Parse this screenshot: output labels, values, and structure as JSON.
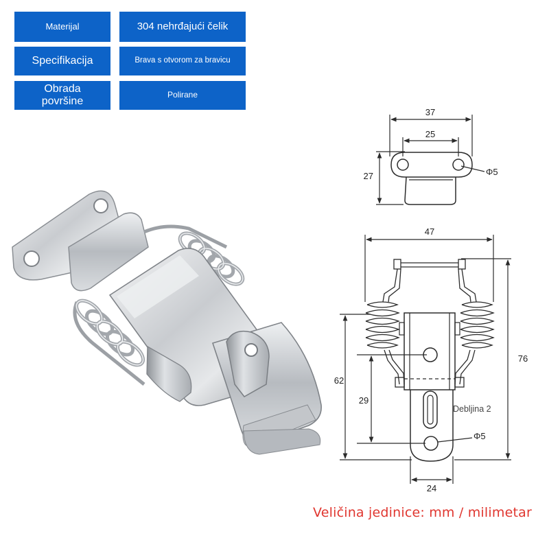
{
  "spec_table": {
    "rows": [
      {
        "label": "Materijal",
        "value": "304 nehrđajući čelik"
      },
      {
        "label": "Specifikacija",
        "value": "Brava s otvorom za bravicu"
      },
      {
        "label": "Obrada površine",
        "value": "Polirane"
      }
    ]
  },
  "dimensions": {
    "top_view": {
      "width_overall": "37",
      "hole_spacing": "25",
      "height": "27",
      "hole_diameter": "Φ5"
    },
    "front_view": {
      "width": "47",
      "height_overall": "76",
      "height_body": "62",
      "hole_to_bottom": "29",
      "thickness_note": "Debljina 2",
      "hole_diameter": "Φ5",
      "base_width": "24"
    }
  },
  "unit_note": "Veličina jedinice: mm / milimetar",
  "colors": {
    "table_blue": "#0d63c8",
    "note_red": "#e0362f",
    "drawing_line": "#2b2b2b"
  }
}
